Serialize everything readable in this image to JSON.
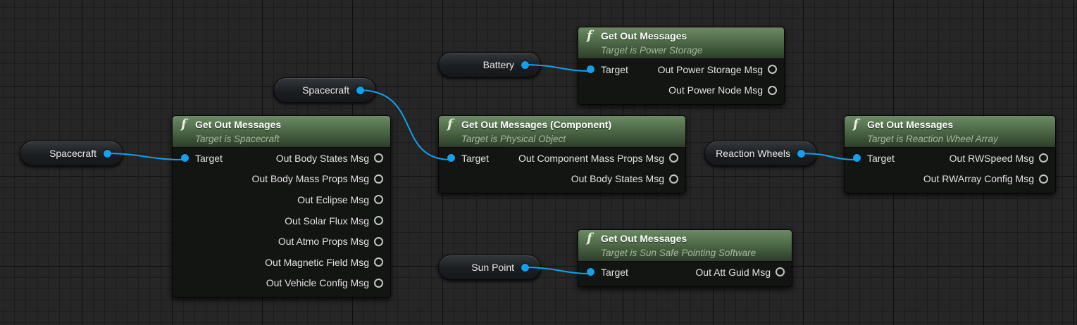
{
  "graph": {
    "variables": [
      {
        "label": "Spacecraft"
      },
      {
        "label": "Spacecraft"
      },
      {
        "label": "Battery"
      },
      {
        "label": "Sun Point"
      },
      {
        "label": "Reaction Wheels"
      }
    ],
    "functions": [
      {
        "title": "Get Out Messages",
        "subtitle": "Target is Spacecraft",
        "input": "Target",
        "outputs": [
          "Out Body States Msg",
          "Out Body Mass Props Msg",
          "Out Eclipse Msg",
          "Out Solar Flux Msg",
          "Out Atmo Props Msg",
          "Out Magnetic Field Msg",
          "Out Vehicle Config Msg"
        ]
      },
      {
        "title": "Get Out Messages (Component)",
        "subtitle": "Target is Physical Object",
        "input": "Target",
        "outputs": [
          "Out Component Mass Props Msg",
          "Out Body States Msg"
        ]
      },
      {
        "title": "Get Out Messages",
        "subtitle": "Target is Power Storage",
        "input": "Target",
        "outputs": [
          "Out Power Storage Msg",
          "Out Power Node Msg"
        ]
      },
      {
        "title": "Get Out Messages",
        "subtitle": "Target is Sun Safe Pointing Software",
        "input": "Target",
        "outputs": [
          "Out Att Guid Msg"
        ]
      },
      {
        "title": "Get Out Messages",
        "subtitle": "Target is Reaction Wheel Array",
        "input": "Target",
        "outputs": [
          "Out RWSpeed Msg",
          "Out RWArray Config Msg"
        ]
      }
    ],
    "icon": "function-icon",
    "colors": {
      "object_pin": "#12a1ec",
      "header_green": "#5a7652",
      "message_pin": "#bfc9bf",
      "background": "#262626"
    }
  }
}
